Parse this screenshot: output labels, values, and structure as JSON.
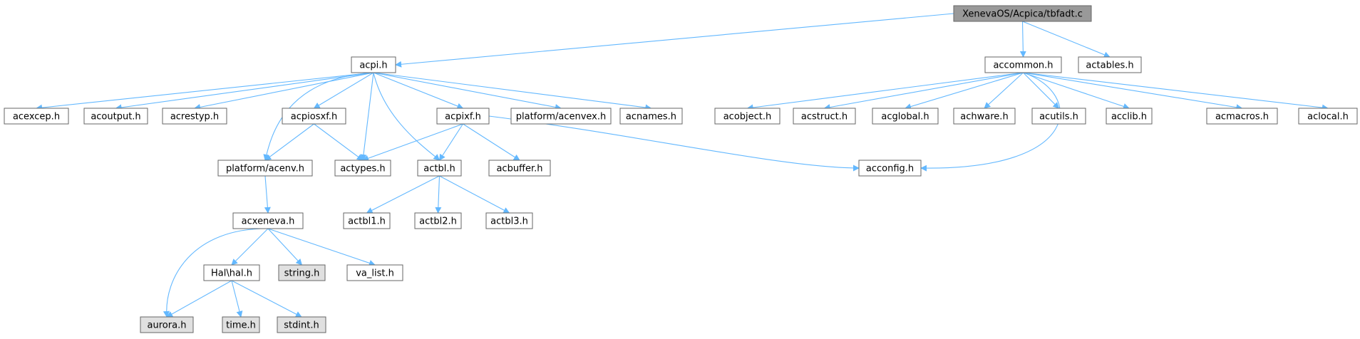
{
  "graph": {
    "title": "XenevaOS/Acpica/tbfadt.c include dependency graph",
    "colors": {
      "edge": "#63b8ff",
      "border": "#666666",
      "root_fill": "#999999",
      "system_fill": "#e0e0e0",
      "node_fill": "#ffffff"
    },
    "nodes": {
      "root": {
        "label": "XenevaOS/Acpica/tbfadt.c",
        "kind": "root"
      },
      "acpi": {
        "label": "acpi.h",
        "kind": "node"
      },
      "accommon": {
        "label": "accommon.h",
        "kind": "node"
      },
      "actables": {
        "label": "actables.h",
        "kind": "node"
      },
      "acexcep": {
        "label": "acexcep.h",
        "kind": "node"
      },
      "acoutput": {
        "label": "acoutput.h",
        "kind": "node"
      },
      "acrestyp": {
        "label": "acrestyp.h",
        "kind": "node"
      },
      "acpiosxf": {
        "label": "acpiosxf.h",
        "kind": "node"
      },
      "acpixf": {
        "label": "acpixf.h",
        "kind": "node"
      },
      "acenvex": {
        "label": "platform/acenvex.h",
        "kind": "node"
      },
      "acnames": {
        "label": "acnames.h",
        "kind": "node"
      },
      "acobject": {
        "label": "acobject.h",
        "kind": "node"
      },
      "acstruct": {
        "label": "acstruct.h",
        "kind": "node"
      },
      "acglobal": {
        "label": "acglobal.h",
        "kind": "node"
      },
      "achware": {
        "label": "achware.h",
        "kind": "node"
      },
      "acutils": {
        "label": "acutils.h",
        "kind": "node"
      },
      "acclib": {
        "label": "acclib.h",
        "kind": "node"
      },
      "acmacros": {
        "label": "acmacros.h",
        "kind": "node"
      },
      "aclocal": {
        "label": "aclocal.h",
        "kind": "node"
      },
      "acenv": {
        "label": "platform/acenv.h",
        "kind": "node"
      },
      "actypes": {
        "label": "actypes.h",
        "kind": "node"
      },
      "actbl": {
        "label": "actbl.h",
        "kind": "node"
      },
      "acbuffer": {
        "label": "acbuffer.h",
        "kind": "node"
      },
      "acconfig": {
        "label": "acconfig.h",
        "kind": "node"
      },
      "acxeneva": {
        "label": "acxeneva.h",
        "kind": "node"
      },
      "actbl1": {
        "label": "actbl1.h",
        "kind": "node"
      },
      "actbl2": {
        "label": "actbl2.h",
        "kind": "node"
      },
      "actbl3": {
        "label": "actbl3.h",
        "kind": "node"
      },
      "halh": {
        "label": "Hal\\hal.h",
        "kind": "node"
      },
      "string": {
        "label": "string.h",
        "kind": "system"
      },
      "valist": {
        "label": "va_list.h",
        "kind": "node"
      },
      "aurora": {
        "label": "aurora.h",
        "kind": "system"
      },
      "time": {
        "label": "time.h",
        "kind": "system"
      },
      "stdint": {
        "label": "stdint.h",
        "kind": "system"
      }
    },
    "edges": [
      [
        "root",
        "acpi"
      ],
      [
        "root",
        "accommon"
      ],
      [
        "root",
        "actables"
      ],
      [
        "acpi",
        "acexcep"
      ],
      [
        "acpi",
        "acoutput"
      ],
      [
        "acpi",
        "acrestyp"
      ],
      [
        "acpi",
        "acpiosxf"
      ],
      [
        "acpi",
        "acpixf"
      ],
      [
        "acpi",
        "acenvex"
      ],
      [
        "acpi",
        "acnames"
      ],
      [
        "acpi",
        "acenv"
      ],
      [
        "acpi",
        "actypes"
      ],
      [
        "acpi",
        "actbl"
      ],
      [
        "acpiosxf",
        "acenv"
      ],
      [
        "acpiosxf",
        "actypes"
      ],
      [
        "acpixf",
        "actypes"
      ],
      [
        "acpixf",
        "actbl"
      ],
      [
        "acpixf",
        "acbuffer"
      ],
      [
        "acpixf",
        "acconfig"
      ],
      [
        "acenv",
        "acxeneva"
      ],
      [
        "actbl",
        "actbl1"
      ],
      [
        "actbl",
        "actbl2"
      ],
      [
        "actbl",
        "actbl3"
      ],
      [
        "acxeneva",
        "halh"
      ],
      [
        "acxeneva",
        "string"
      ],
      [
        "acxeneva",
        "valist"
      ],
      [
        "acxeneva",
        "aurora"
      ],
      [
        "halh",
        "aurora"
      ],
      [
        "halh",
        "time"
      ],
      [
        "halh",
        "stdint"
      ],
      [
        "accommon",
        "acobject"
      ],
      [
        "accommon",
        "acstruct"
      ],
      [
        "accommon",
        "acglobal"
      ],
      [
        "accommon",
        "achware"
      ],
      [
        "accommon",
        "acutils"
      ],
      [
        "accommon",
        "acclib"
      ],
      [
        "accommon",
        "acmacros"
      ],
      [
        "accommon",
        "aclocal"
      ],
      [
        "accommon",
        "acconfig"
      ]
    ]
  }
}
